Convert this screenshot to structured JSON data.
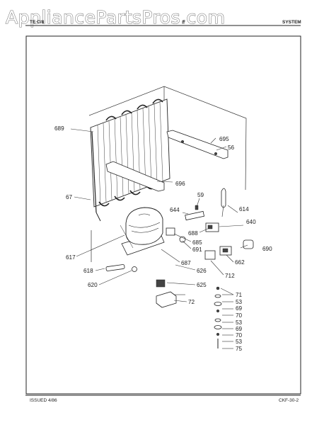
{
  "watermark": "AppliancePartsPros.com",
  "header": {
    "left": "TE  C/8",
    "middle": "F",
    "right": "SYSTEM"
  },
  "footer": {
    "issued": "ISSUED  4/86",
    "code": "CKF-30-2"
  },
  "callouts": [
    "689",
    "695",
    "56",
    "696",
    "67",
    "59",
    "614",
    "644",
    "640",
    "688",
    "685",
    "691",
    "690",
    "617",
    "687",
    "662",
    "618",
    "626",
    "712",
    "620",
    "625",
    "72",
    "71",
    "53",
    "69",
    "70",
    "53",
    "69",
    "70",
    "53",
    "75"
  ]
}
